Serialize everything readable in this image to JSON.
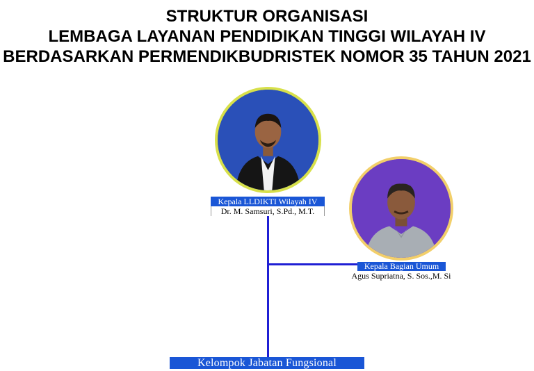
{
  "header": {
    "line1": "STRUKTUR ORGANISASI",
    "line2": "LEMBAGA LAYANAN PENDIDIKAN TINGGI WILAYAH IV",
    "line3": "BERDASARKAN PERMENDIKBUDRISTEK NOMOR 35 TAHUN 2021"
  },
  "nodes": {
    "head": {
      "position": "Kepala LLDIKTI Wilayah IV",
      "name": "Dr. M. Samsuri, S.Pd., M.T.",
      "photo_icon": "person-portrait-icon",
      "ring_color": "#d7e04a",
      "photo_bg": "#2b4db3"
    },
    "general_affairs": {
      "position": "Kepala Bagian Umum",
      "name": "Agus Supriatna, S. Sos.,M. Si",
      "photo_icon": "person-portrait-icon",
      "ring_color": "#f2cf6a",
      "photo_bg": "#6d3fc4"
    },
    "functional_group": {
      "position": "Kelompok Jabatan Fungsional"
    }
  },
  "colors": {
    "connector": "#1f1fd4",
    "label_background": "#1a56d6"
  }
}
